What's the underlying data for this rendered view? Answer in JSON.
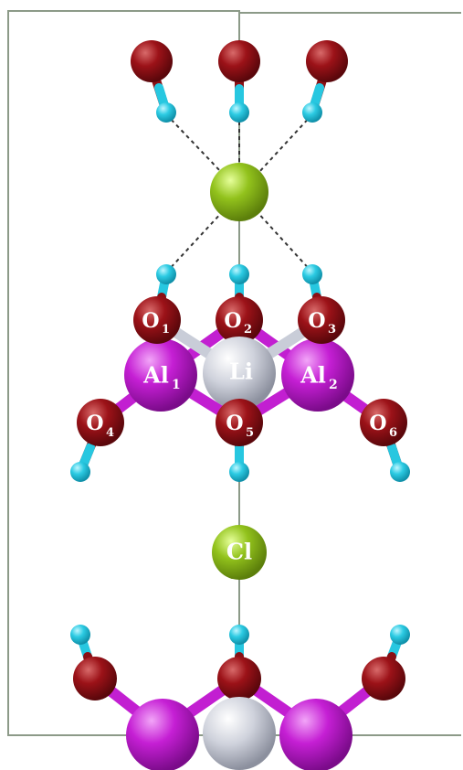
{
  "colors": {
    "oxygen": "#8b0f14",
    "hydrogen": "#27c7e0",
    "aluminum": "#c21fd1",
    "lithium": "#c9cdd8",
    "chlorine": "#8fc01a",
    "cell": "#8c9a88",
    "hbond": "#333333"
  },
  "labels": {
    "o1": {
      "base": "O",
      "sub": "1"
    },
    "o2": {
      "base": "O",
      "sub": "2"
    },
    "o3": {
      "base": "O",
      "sub": "3"
    },
    "o4": {
      "base": "O",
      "sub": "4"
    },
    "o5": {
      "base": "O",
      "sub": "5"
    },
    "o6": {
      "base": "O",
      "sub": "6"
    },
    "al1": {
      "base": "Al",
      "sub": "1"
    },
    "al2": {
      "base": "Al",
      "sub": "2"
    },
    "li": {
      "base": "Li"
    },
    "cl": {
      "base": "Cl"
    }
  }
}
